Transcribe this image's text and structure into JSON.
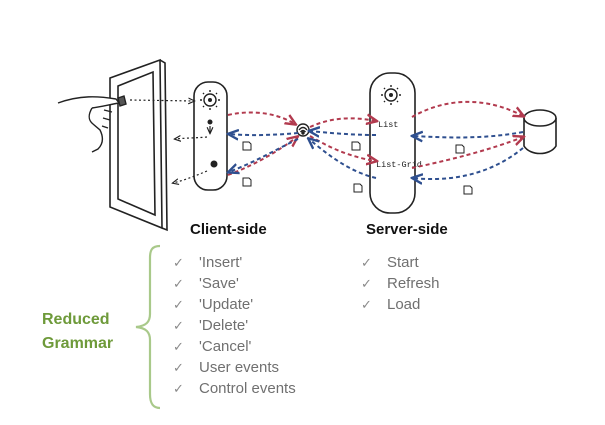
{
  "diagram": {
    "client_heading": "Client-side",
    "server_heading": "Server-side",
    "server_labels": [
      "List",
      "List-Grid"
    ],
    "arrow_colors": {
      "red": "#b23a4e",
      "blue": "#2e4f8f",
      "sketch": "#222222"
    }
  },
  "client_features": [
    "'Insert'",
    "'Save'",
    "'Update'",
    "'Delete'",
    "'Cancel'",
    "User events",
    "Control events"
  ],
  "server_features": [
    "Start",
    "Refresh",
    "Load"
  ],
  "grammar": {
    "line1": "Reduced",
    "line2": "Grammar",
    "color": "#6e9a3a"
  },
  "check_icon": "check-mark-icon"
}
